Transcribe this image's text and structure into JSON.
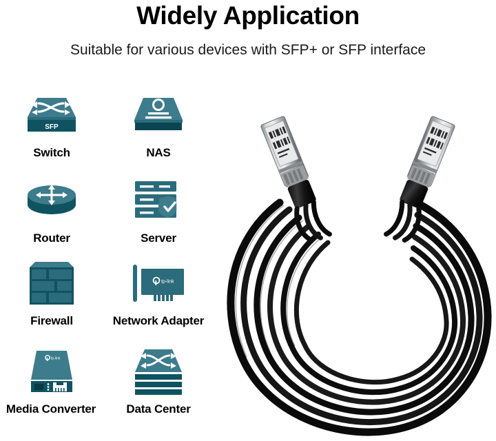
{
  "header": {
    "title": "Widely Application",
    "subtitle": "Suitable for various devices with SFP+ or SFP interface"
  },
  "devices": [
    {
      "label": "Switch",
      "icon": "switch-icon",
      "badge": "SFP"
    },
    {
      "label": "NAS",
      "icon": "nas-icon",
      "badge": ""
    },
    {
      "label": "Router",
      "icon": "router-icon",
      "badge": ""
    },
    {
      "label": "Server",
      "icon": "server-icon",
      "badge": ""
    },
    {
      "label": "Firewall",
      "icon": "firewall-icon",
      "badge": ""
    },
    {
      "label": "Network Adapter",
      "icon": "network-adapter-icon",
      "badge": "tp-link"
    },
    {
      "label": "Media Converter",
      "icon": "media-converter-icon",
      "badge": "tp-link"
    },
    {
      "label": "Data Center",
      "icon": "data-center-icon",
      "badge": ""
    }
  ],
  "product": {
    "name": "sfp-plus-dac-twinax-cable",
    "connector_left": "sfp-plus-connector",
    "connector_right": "sfp-plus-connector",
    "cable_color": "#111111",
    "connector_color": "#b9bbbd"
  },
  "colors": {
    "icon_light": "#3d7c8c",
    "icon_mid": "#2b6b7c",
    "icon_dark": "#0f5361",
    "icon_darker": "#0a4652",
    "text": "#000000",
    "background": "#ffffff"
  }
}
